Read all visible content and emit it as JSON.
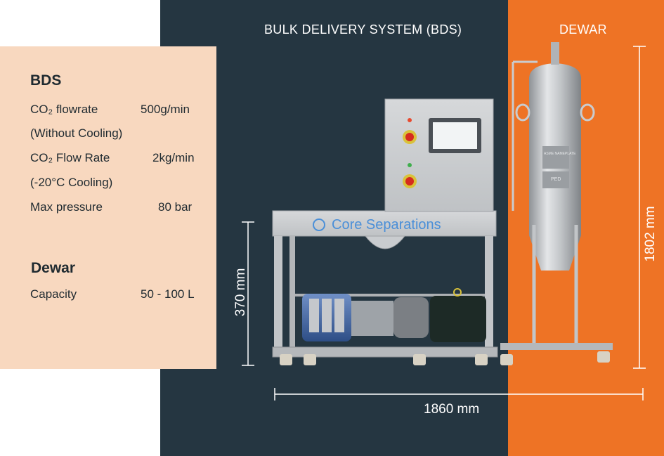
{
  "headers": {
    "bds": "BULK DELIVERY SYSTEM (BDS)",
    "dewar": "DEWAR"
  },
  "specs": {
    "bds_title": "BDS",
    "rows": [
      {
        "label": "CO₂ flowrate",
        "value": "500g/min"
      },
      {
        "label": "(Without Cooling)",
        "value": ""
      },
      {
        "label": "CO₂ Flow Rate",
        "value": "2kg/min"
      },
      {
        "label": "(-20°C Cooling)",
        "value": ""
      },
      {
        "label": "Max pressure",
        "value": "80  bar"
      }
    ],
    "dewar_title": "Dewar",
    "dewar_rows": [
      {
        "label": "Capacity",
        "value": "50 - 100 L"
      }
    ]
  },
  "machine": {
    "brand": "Core Separations",
    "nameplate": "ASME NAMEPLATE",
    "ped_label": "PED"
  },
  "dimensions": {
    "height_bds": "370 mm",
    "height_dewar": "1802 mm",
    "width_total": "1860 mm"
  },
  "colors": {
    "dark_panel": "#253641",
    "orange_panel": "#ee7325",
    "peach_panel": "#f8d8bf"
  }
}
